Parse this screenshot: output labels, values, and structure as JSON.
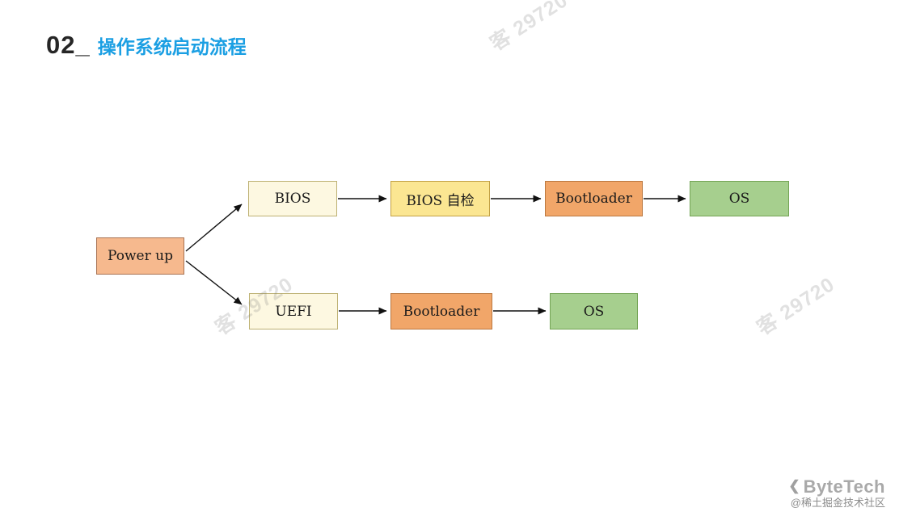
{
  "header": {
    "number": "02_",
    "title": "操作系统启动流程"
  },
  "colors": {
    "title_accent": "#1b9fe3",
    "node_salmon": "#f6b98e",
    "node_cream": "#fdf8e1",
    "node_yellow": "#fbe692",
    "node_orange": "#f1a669",
    "node_green": "#a6cf8e"
  },
  "diagram": {
    "nodes": [
      {
        "id": "power-up",
        "label": "Power up",
        "fill": "#f6b98e",
        "stroke": "#a87353"
      },
      {
        "id": "bios",
        "label": "BIOS",
        "fill": "#fdf8e1",
        "stroke": "#bdb173"
      },
      {
        "id": "bios-check",
        "label": "BIOS 自检",
        "fill": "#fbe692",
        "stroke": "#c2a044"
      },
      {
        "id": "bootloader-top",
        "label": "Bootloader",
        "fill": "#f1a669",
        "stroke": "#bb7840"
      },
      {
        "id": "os-top",
        "label": "OS",
        "fill": "#a6cf8e",
        "stroke": "#74a455"
      },
      {
        "id": "uefi",
        "label": "UEFI",
        "fill": "#fdf8e1",
        "stroke": "#bdb173"
      },
      {
        "id": "bootloader-bottom",
        "label": "Bootloader",
        "fill": "#f1a669",
        "stroke": "#bb7840"
      },
      {
        "id": "os-bottom",
        "label": "OS",
        "fill": "#a6cf8e",
        "stroke": "#74a455"
      }
    ],
    "edges": [
      {
        "from": "power-up",
        "to": "bios"
      },
      {
        "from": "power-up",
        "to": "uefi"
      },
      {
        "from": "bios",
        "to": "bios-check"
      },
      {
        "from": "bios-check",
        "to": "bootloader-top"
      },
      {
        "from": "bootloader-top",
        "to": "os-top"
      },
      {
        "from": "uefi",
        "to": "bootloader-bottom"
      },
      {
        "from": "bootloader-bottom",
        "to": "os-bottom"
      }
    ]
  },
  "watermark": {
    "text": "客 29720"
  },
  "footer": {
    "brand": "ByteTech",
    "community": "@稀土掘金技术社区"
  }
}
